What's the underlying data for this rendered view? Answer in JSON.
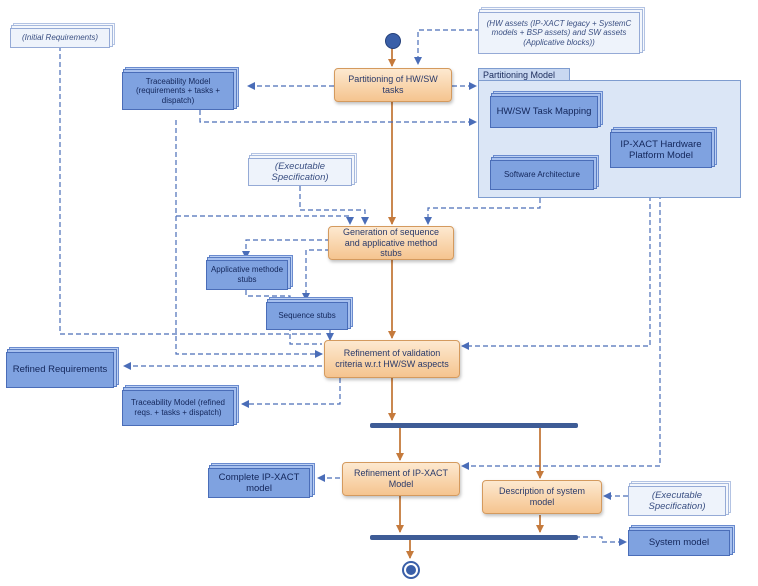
{
  "nodes": {
    "initial_requirements": "(Initial Requirements)",
    "hw_assets": "(HW assets (IP-XACT legacy + SystemC models + BSP assets) and SW assets (Applicative blocks))",
    "traceability_model_top": "Traceability Model (requirements + tasks + dispatch)",
    "partitioning_activity": "Partitioning of HW/SW tasks",
    "partitioning_model_title": "Partitioning Model",
    "hw_sw_task_mapping": "HW/SW Task Mapping",
    "ipxact_hw_platform": "IP-XACT Hardware Platform Model",
    "software_architecture": "Software Architecture",
    "executable_spec_top": "(Executable Specification)",
    "generation_activity": "Generation of sequence and applicative method stubs",
    "applicative_method_stubs": "Applicative methode stubs",
    "sequence_stubs": "Sequence stubs",
    "refined_requirements": "Refined Requirements",
    "refinement_validation_activity": "Refinement of validation criteria w.r.t HW/SW aspects",
    "traceability_model_refined": "Traceability Model (refined reqs. + tasks + dispatch)",
    "complete_ipxact_model": "Complete IP-XACT model",
    "refinement_ipxact_activity": "Refinement of IP-XACT Model",
    "description_system_activity": "Description of system model",
    "executable_spec_bottom": "(Executable Specification)",
    "system_model": "System model"
  },
  "colors": {
    "activity_fill": "#f5c48f",
    "artifact_fill": "#7fa2e0",
    "artifact_light_fill": "#eef3fb",
    "flow_solid": "#c57a3c",
    "flow_dashed": "#4a6db8",
    "sync_bar": "#3e5c96"
  }
}
